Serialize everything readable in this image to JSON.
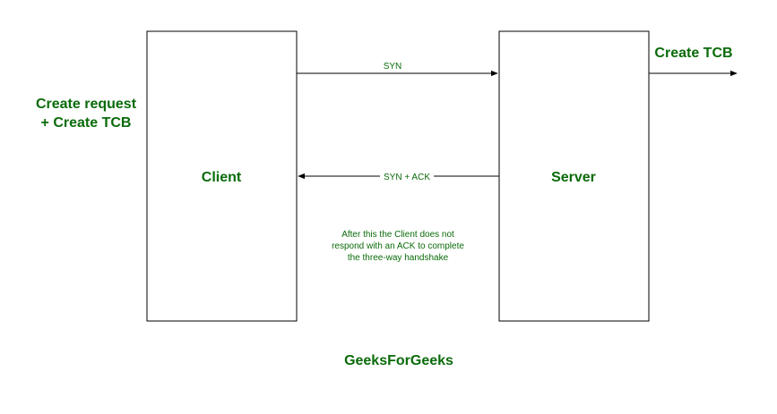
{
  "colors": {
    "text_green": "#0a6b0a",
    "line": "#000000",
    "background": "#ffffff"
  },
  "client_box": {
    "label": "Client"
  },
  "server_box": {
    "label": "Server"
  },
  "client_note": {
    "line1": "Create request",
    "line2": "+ Create TCB"
  },
  "server_note": {
    "label": "Create TCB"
  },
  "messages": {
    "syn": "SYN",
    "syn_ack": "SYN + ACK"
  },
  "annotation": {
    "line1": "After this the Client does not",
    "line2": "respond with an ACK to complete",
    "line3": "the three-way handshake"
  },
  "footer": {
    "brand": "GeeksForGeeks"
  }
}
